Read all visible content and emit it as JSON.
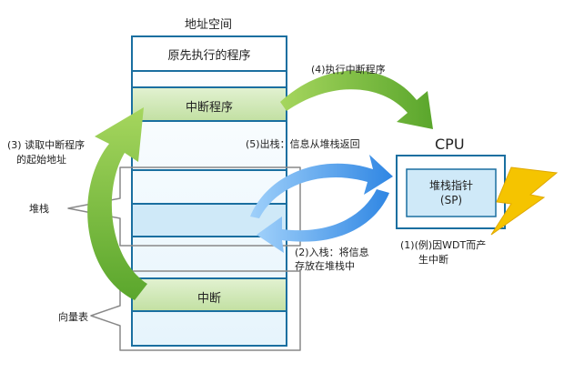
{
  "address_space": {
    "title": "地址空间",
    "rows": {
      "original_program": "原先执行的程序",
      "interrupt_program": "中断程序",
      "interrupt_vector": "中断"
    }
  },
  "labels": {
    "stack": "堆栈",
    "vector_table": "向量表",
    "read_address": [
      "(3) 读取中断程序",
      "的起始地址"
    ],
    "execute_interrupt": "(4)执行中断程序",
    "pop": "(5)出栈：信息从堆栈返回",
    "push": [
      "(2)入栈：将信息",
      "存放在堆栈中"
    ],
    "wdt_cause": [
      "(1)(例)因WDT而产",
      "生中断"
    ]
  },
  "cpu": {
    "title": "CPU",
    "stack_pointer": [
      "堆栈指针",
      "(SP)"
    ]
  },
  "colors": {
    "frame_border": "#1a6fa0",
    "green_cell": "#cfe8b4",
    "blue_cell": "#cfe9f8",
    "green_arrow": "#7cc043",
    "blue_arrow": "#3f95e8",
    "lightning": "#f5c400"
  }
}
